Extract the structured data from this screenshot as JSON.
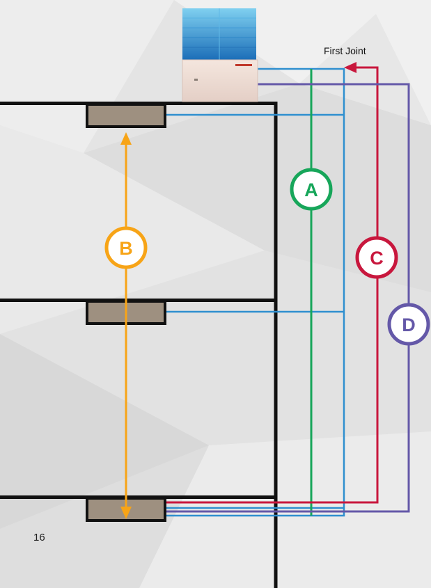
{
  "joint_label": "First Joint",
  "page_number": "16",
  "markers": {
    "a": "A",
    "b": "B",
    "c": "C",
    "d": "D"
  },
  "colors": {
    "structure": "#111111",
    "indoor_unit": "#9e9080",
    "pipe_blue": "#2f8fcf",
    "line_a": "#17a65a",
    "line_b": "#f7a417",
    "line_c": "#c8173d",
    "line_d": "#6458a8",
    "unit_fan": "#2f88c8",
    "unit_body": "#ecdcd3"
  }
}
